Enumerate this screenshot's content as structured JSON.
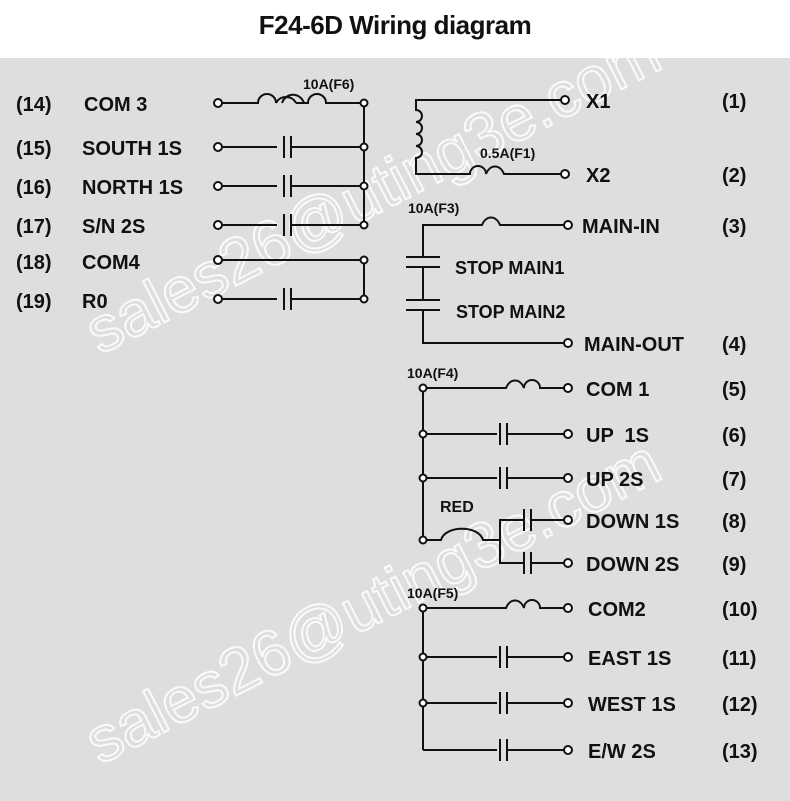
{
  "title": "F24-6D Wiring diagram",
  "watermark": "sales26@uting3e.com",
  "left_terminals": [
    {
      "num": "(14)",
      "name": "COM 3"
    },
    {
      "num": "(15)",
      "name": "SOUTH 1S"
    },
    {
      "num": "(16)",
      "name": "NORTH 1S"
    },
    {
      "num": "(17)",
      "name": "S/N 2S"
    },
    {
      "num": "(18)",
      "name": "COM4"
    },
    {
      "num": "(19)",
      "name": "R0"
    }
  ],
  "right_terminals": [
    {
      "name": "X1",
      "num": "(1)"
    },
    {
      "name": "X2",
      "num": "(2)"
    },
    {
      "name": "MAIN-IN",
      "num": "(3)"
    },
    {
      "name": "MAIN-OUT",
      "num": "(4)"
    },
    {
      "name": "COM 1",
      "num": "(5)"
    },
    {
      "name": "UP  1S",
      "num": "(6)"
    },
    {
      "name": "UP 2S",
      "num": "(7)"
    },
    {
      "name": "DOWN 1S",
      "num": "(8)"
    },
    {
      "name": "DOWN 2S",
      "num": "(9)"
    },
    {
      "name": "COM2",
      "num": "(10)"
    },
    {
      "name": "EAST 1S",
      "num": "(11)"
    },
    {
      "name": "WEST 1S",
      "num": "(12)"
    },
    {
      "name": "E/W 2S",
      "num": "(13)"
    }
  ],
  "contacts": {
    "stop1": "STOP MAIN1",
    "stop2": "STOP MAIN2"
  },
  "fuses": {
    "f6": "10A(F6)",
    "f1": "0.5A(F1)",
    "f3": "10A(F3)",
    "f4": "10A(F4)",
    "f5": "10A(F5)",
    "red": "RED"
  }
}
